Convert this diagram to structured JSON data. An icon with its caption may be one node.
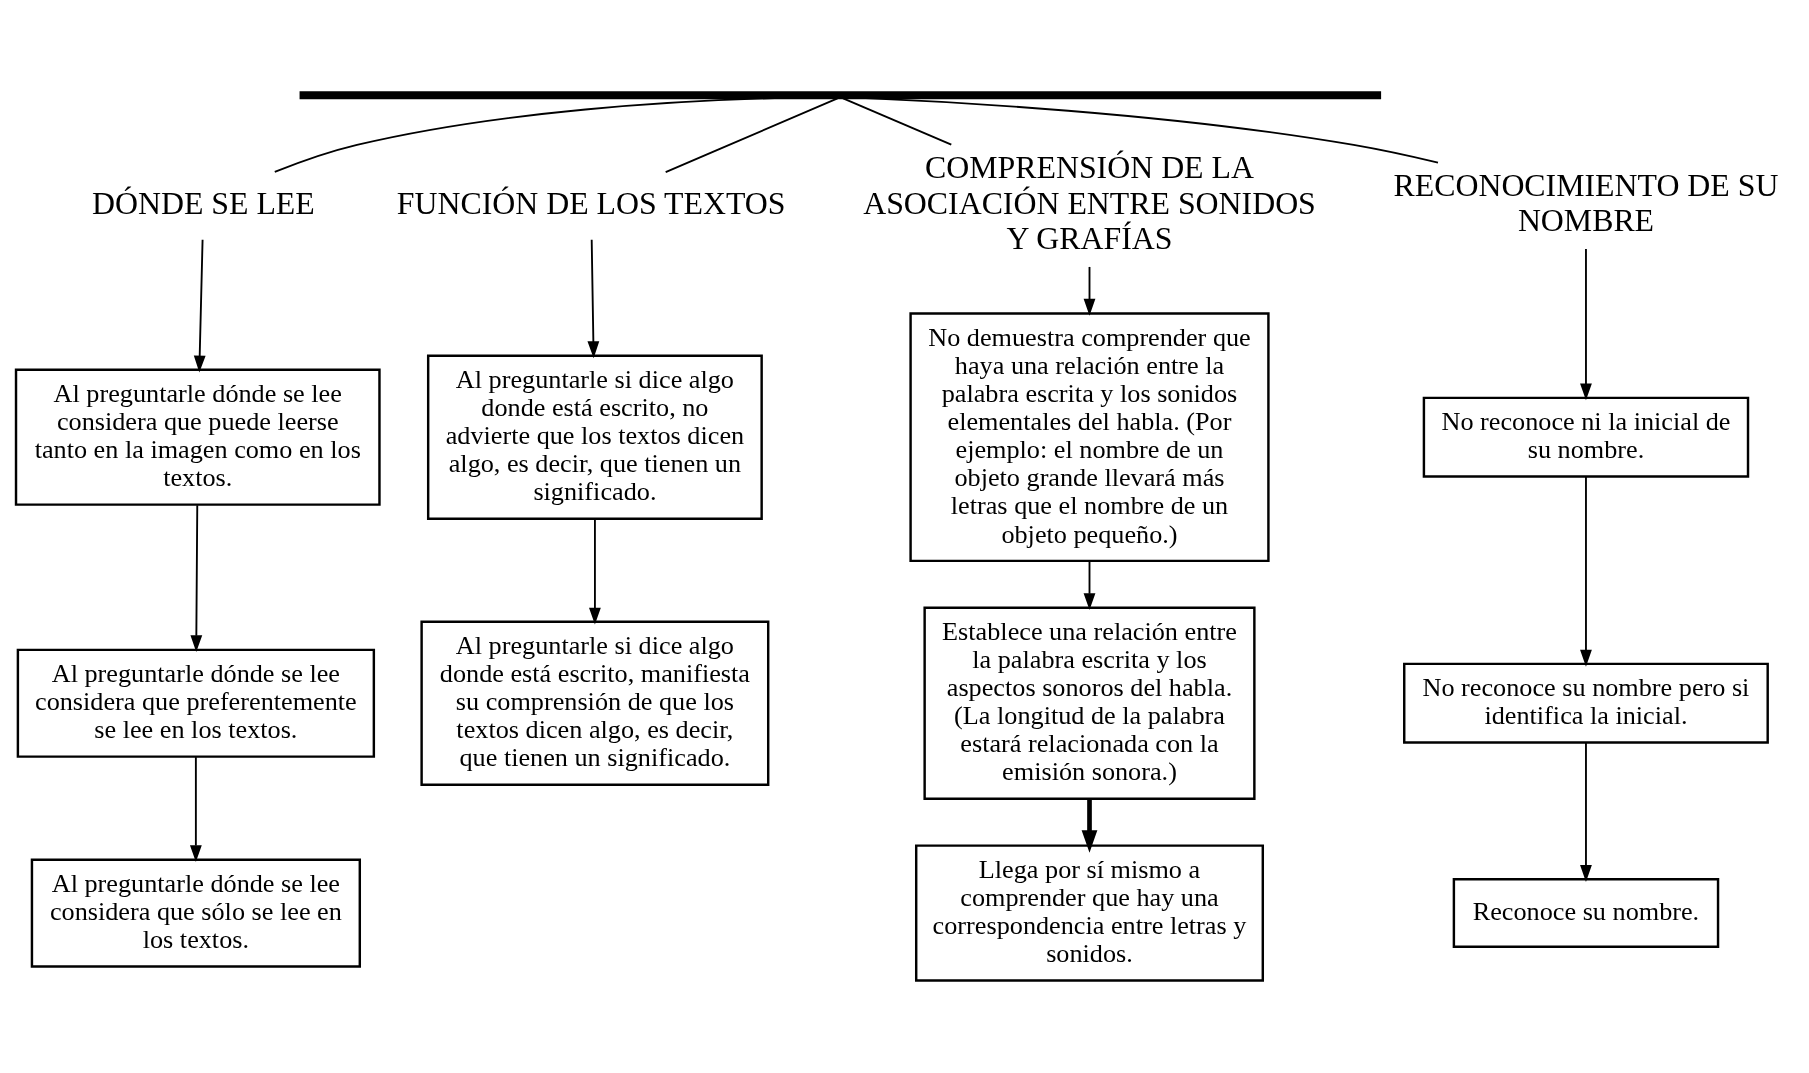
{
  "diagram": {
    "nodes": [
      {
        "text": [],
        "shape": "bar"
      },
      {
        "text": [
          "DÓNDE SE LEE"
        ]
      },
      {
        "text": [
          "Al preguntarle dónde se lee considera que puede leerse tanto en la imagen como en los textos."
        ]
      },
      {
        "text": [
          "Al preguntarle dónde se lee considera que preferentemente se lee en los textos."
        ]
      },
      {
        "text": [
          "Al preguntarle dónde se lee considera que sólo se lee en los textos."
        ]
      },
      {
        "text": [
          "FUNCIÓN DE LOS TEXTOS"
        ]
      },
      {
        "text": [
          "Al preguntarle si dice algo donde está escrito, no advierte que los textos dicen algo, es decir, que tienen un significado."
        ]
      },
      {
        "text": [
          "Al preguntarle si dice algo donde está escrito, manifiesta su comprensión de que los textos dicen algo, es decir, que tienen un significado."
        ]
      },
      {
        "text": [
          "COMPRENSIÓN DE LA ASOCIACIÓN ENTRE SONIDOS Y GRAFÍAS"
        ]
      },
      {
        "text": [
          "No demuestra comprender que haya una relación entre la palabra escrita y los sonidos elementales del habla. (Por ejemplo: el nombre de un objeto grande llevará más letras que el nombre de un objeto pequeño.)"
        ]
      },
      {
        "text": [
          "Establece una relación entre la palabra escrita y los aspectos sonoros del habla. (La longitud de la palabra estará relacionada con la emisión sonora.)"
        ]
      },
      {
        "text": [
          "Llega por sí mismo a comprender que hay una correspondencia entre letras y sonidos."
        ]
      },
      {
        "text": [
          "RECONOCIMIENTO DE SU NOMBRE"
        ]
      },
      {
        "text": [
          "No reconoce ni la inicial de su nombre."
        ]
      },
      {
        "text": [
          "No reconoce su nombre pero si identifica la inicial."
        ]
      },
      {
        "text": [
          "Reconoce su nombre."
        ]
      }
    ],
    "edges": [
      {
        "from": 0,
        "to": 1,
        "arrow": "none"
      },
      {
        "from": 0,
        "to": 5,
        "arrow": "none"
      },
      {
        "from": 0,
        "to": 8,
        "arrow": "none"
      },
      {
        "from": 0,
        "to": 12,
        "arrow": "none"
      },
      {
        "from": 1,
        "to": 2,
        "arrow": "to"
      },
      {
        "from": 2,
        "to": 3,
        "arrow": "to"
      },
      {
        "from": 3,
        "to": 4,
        "arrow": "to"
      },
      {
        "from": 5,
        "to": 6,
        "arrow": "to"
      },
      {
        "from": 6,
        "to": 7,
        "arrow": "to"
      },
      {
        "from": 8,
        "to": 9,
        "arrow": "to"
      },
      {
        "from": 9,
        "to": 10,
        "arrow": "to"
      },
      {
        "from": 10,
        "to": 11,
        "arrow": "to",
        "style": "thick"
      },
      {
        "from": 12,
        "to": 13,
        "arrow": "to"
      },
      {
        "from": 13,
        "to": 14,
        "arrow": "to"
      },
      {
        "from": 14,
        "to": 15,
        "arrow": "to"
      }
    ]
  }
}
